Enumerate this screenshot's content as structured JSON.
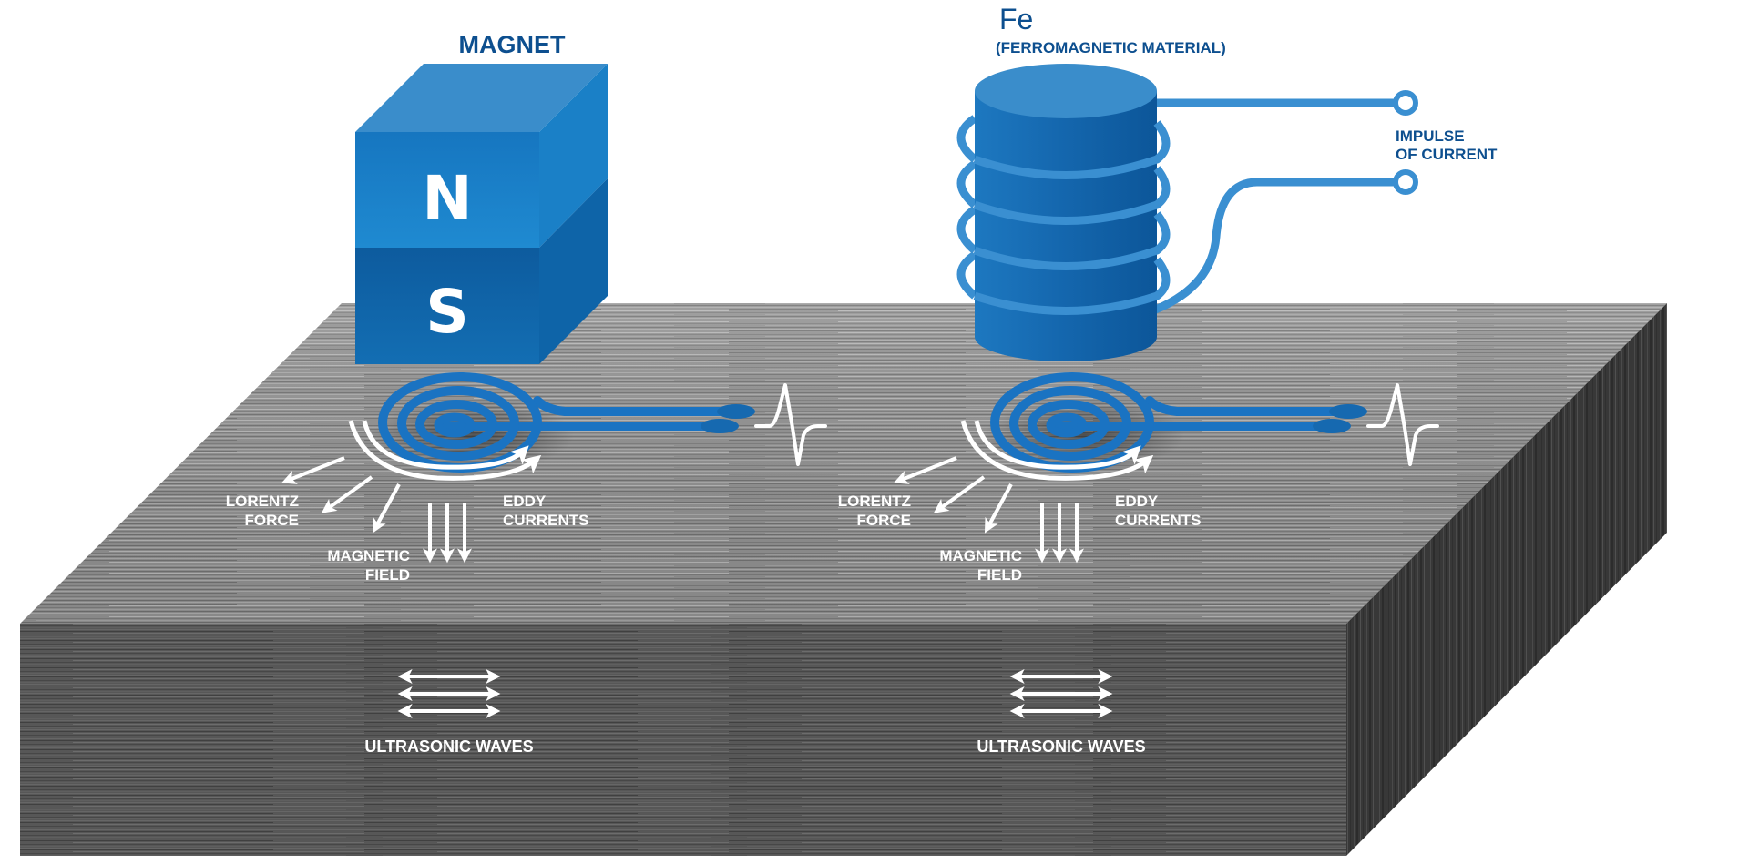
{
  "title": "Electromagnetic acoustic transducer (EMAT) principle",
  "colors": {
    "brand_blue": "#0d4f8f",
    "coil_blue": "#1a73c2",
    "wire_blue": "#3a8fd1",
    "slab_top": "#8c8c8c",
    "slab_front": "#5a5a5a",
    "slab_side": "#3a3a3a",
    "annotation": "#ffffff"
  },
  "left_setup": {
    "heading": "MAGNET",
    "pole_north": "N",
    "pole_south": "S",
    "labels": {
      "lorentz_line1": "LORENTZ",
      "lorentz_line2": "FORCE",
      "magnetic_line1": "MAGNETIC",
      "magnetic_line2": "FIELD",
      "eddy_line1": "EDDY",
      "eddy_line2": "CURRENTS",
      "ultrasonic": "ULTRASONIC WAVES"
    }
  },
  "right_setup": {
    "heading_symbol": "Fe",
    "heading_sub": "(FERROMAGNETIC MATERIAL)",
    "impulse_line1": "IMPULSE",
    "impulse_line2": "OF CURRENT",
    "labels": {
      "lorentz_line1": "LORENTZ",
      "lorentz_line2": "FORCE",
      "magnetic_line1": "MAGNETIC",
      "magnetic_line2": "FIELD",
      "eddy_line1": "EDDY",
      "eddy_line2": "CURRENTS",
      "ultrasonic": "ULTRASONIC WAVES"
    }
  },
  "icons": {
    "pulse": "pulse-waveform-icon",
    "arrow": "arrow-icon",
    "double_arrow": "double-arrow-icon"
  }
}
